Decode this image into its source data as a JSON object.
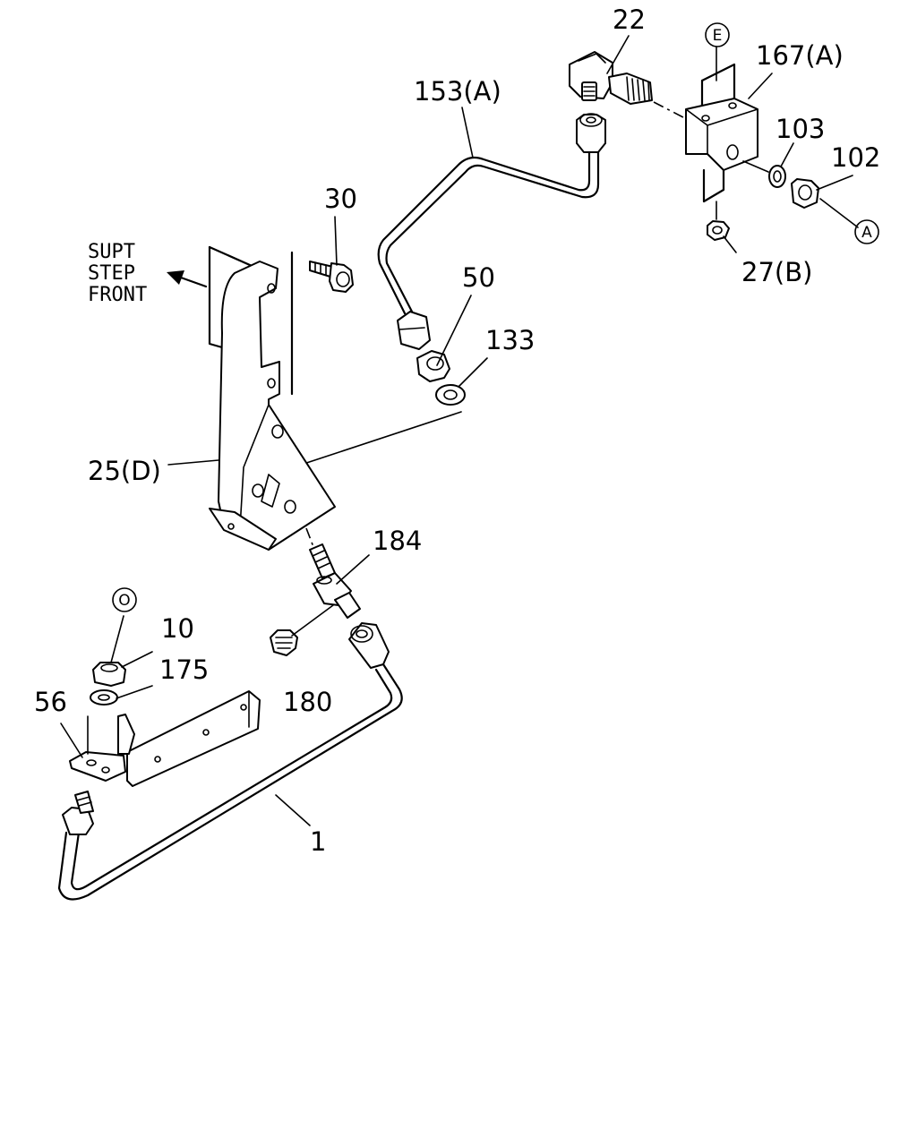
{
  "direction_note": {
    "line1": "SUPT",
    "line2": "STEP",
    "line3": "FRONT"
  },
  "callouts": {
    "p22": "22",
    "p167": "167(A)",
    "p153": "153(A)",
    "p103": "103",
    "p102": "102",
    "p27": "27(B)",
    "p30": "30",
    "p50": "50",
    "p133": "133",
    "p25": "25(D)",
    "p184": "184",
    "p10": "10",
    "p175": "175",
    "p180": "180",
    "p56": "56",
    "p1": "1"
  },
  "circle_refs": {
    "e": "E",
    "a": "A",
    "o": "O"
  }
}
